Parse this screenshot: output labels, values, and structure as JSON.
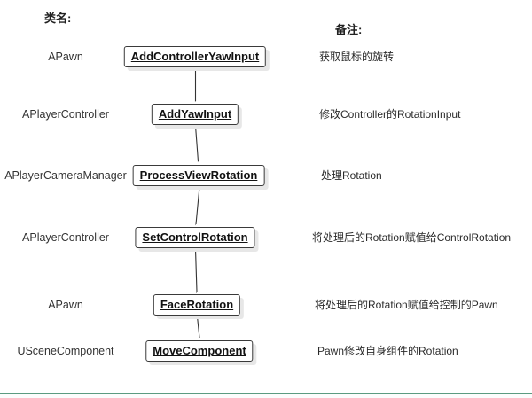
{
  "headers": {
    "class_column": "类名:",
    "notes_column": "备注:"
  },
  "rows": [
    {
      "class_name": "APawn",
      "function": "AddControllerYawInput",
      "note": "获取鼠标的旋转"
    },
    {
      "class_name": "APlayerController",
      "function": "AddYawInput",
      "note": "修改Controller的RotationInput"
    },
    {
      "class_name": "APlayerCameraManager",
      "function": "ProcessViewRotation",
      "note": "处理Rotation"
    },
    {
      "class_name": "APlayerController",
      "function": "SetControlRotation",
      "note": "将处理后的Rotation赋值给ControlRotation"
    },
    {
      "class_name": "APawn",
      "function": "FaceRotation",
      "note": "将处理后的Rotation赋值给控制的Pawn"
    },
    {
      "class_name": "USceneComponent",
      "function": "MoveComponent",
      "note": "Pawn修改自身组件的Rotation"
    }
  ],
  "colors": {
    "divider": "#5b9b81",
    "box_border": "#3a3a3a",
    "box_shadow": "#e7e7e7",
    "arrow": "#333333",
    "background": "#ffffff"
  }
}
